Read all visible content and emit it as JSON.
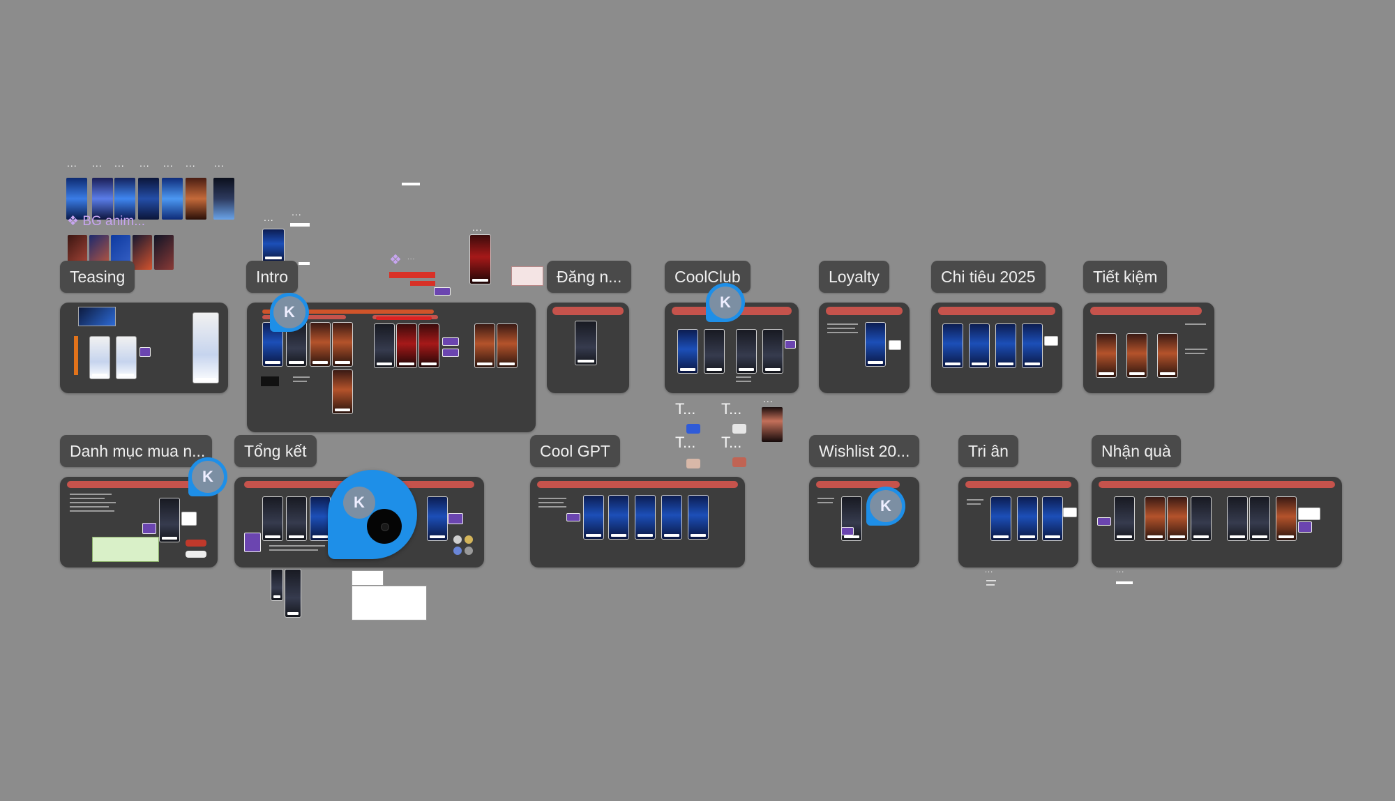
{
  "sections": [
    {
      "label": "Teasing"
    },
    {
      "label": "Intro"
    },
    {
      "label": "Đăng n..."
    },
    {
      "label": "CoolClub"
    },
    {
      "label": "Loyalty"
    },
    {
      "label": "Chi tiêu 2025"
    },
    {
      "label": "Tiết kiệm"
    },
    {
      "label": "Danh mục mua n..."
    },
    {
      "label": "Tổng kết"
    },
    {
      "label": "Cool GPT"
    },
    {
      "label": "Wishlist 20..."
    },
    {
      "label": "Tri ân"
    },
    {
      "label": "Nhận quà"
    }
  ],
  "component_label": "BG anim...",
  "avatar_initial": "K",
  "truncated_labels": {
    "t1": "T...",
    "t2": "T...",
    "t3": "T...",
    "t4": "T..."
  },
  "ellipsis": "...",
  "colors": {
    "canvas": "#8c8c8c",
    "section": "#3d3d3d",
    "tag": "#4a4a4a",
    "accent_red": "#c6534c",
    "avatar_ring": "#1e8fe8",
    "purple": "#6b45b0"
  }
}
